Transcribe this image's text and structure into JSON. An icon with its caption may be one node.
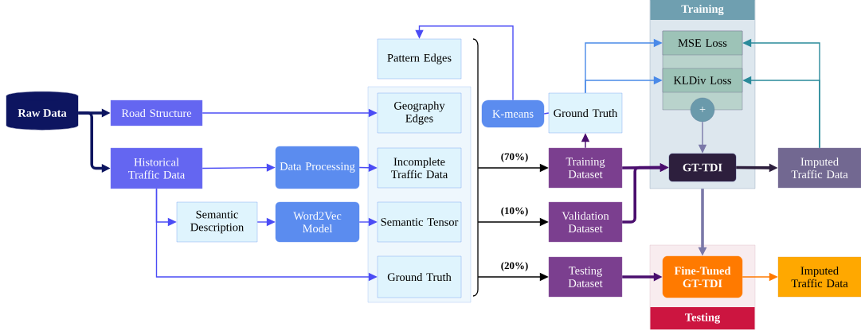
{
  "diagram": {
    "nodes": [
      {
        "text": [
          "Raw Data"
        ]
      },
      {
        "text": [
          "Road Structure"
        ]
      },
      {
        "text": [
          "Historical Traffic Data"
        ]
      },
      {
        "text": [
          "Semantic Description"
        ]
      },
      {
        "text": [
          "Data Processing"
        ]
      },
      {
        "text": [
          "Word2Vec Model"
        ]
      },
      {
        "text": [
          "Pattern Edges"
        ]
      },
      {
        "text": [],
        "shape": "box"
      },
      {
        "text": [
          "Geography Edges"
        ],
        "in": 7
      },
      {
        "text": [
          "Incomplete Traffic Data"
        ],
        "in": 7
      },
      {
        "text": [
          "Semantic Tensor"
        ],
        "in": 7
      },
      {
        "text": [
          "Ground Truth"
        ],
        "in": 7
      },
      {
        "text": [
          "K-means"
        ]
      },
      {
        "text": [
          "Ground Truth"
        ]
      },
      {
        "text": [
          "Training Dataset"
        ]
      },
      {
        "text": [
          "Validation Dataset"
        ]
      },
      {
        "text": [
          "Testing Dataset"
        ]
      },
      {
        "text": [
          "Training"
        ]
      },
      {
        "text": [],
        "shape": "box",
        "in": 17
      },
      {
        "text": [
          "MSE Loss"
        ],
        "in": 18
      },
      {
        "text": [
          "KLDiv Loss"
        ],
        "in": 18
      },
      {
        "text": [
          "+"
        ],
        "in": 17
      },
      {
        "text": [
          "GT-TDI"
        ],
        "in": 17
      },
      {
        "text": [
          "Imputed Traffic Data"
        ]
      },
      {
        "text": [
          "Testing"
        ]
      },
      {
        "text": [
          "Fine-Tuned GT-TDI"
        ],
        "in": 24
      },
      {
        "text": [
          "Imputed Traffic Data"
        ]
      }
    ],
    "edges": [
      {
        "from": 0,
        "to": 1,
        "arrow": "to",
        "style": "thick",
        "color": "#0d1560"
      },
      {
        "from": 0,
        "to": 2,
        "arrow": "to",
        "style": "thick",
        "color": "#0d1560"
      },
      {
        "from": 1,
        "to": 8,
        "arrow": "to"
      },
      {
        "from": 2,
        "to": 4,
        "arrow": "to"
      },
      {
        "from": 2,
        "to": 3,
        "arrow": "to"
      },
      {
        "from": 2,
        "to": 11,
        "arrow": "to"
      },
      {
        "from": 3,
        "to": 5,
        "arrow": "to"
      },
      {
        "from": 4,
        "to": 9,
        "arrow": "to"
      },
      {
        "from": 5,
        "to": 10,
        "arrow": "to"
      },
      {
        "from": 12,
        "to": 6,
        "arrow": "to"
      },
      {
        "from": 12,
        "to": 13,
        "arrow": "none"
      },
      {
        "from": 14,
        "to": 13,
        "arrow": "to",
        "color": "#4a0e6e"
      },
      {
        "from": 13,
        "to": 19,
        "arrow": "to",
        "color": "#4a8ae8"
      },
      {
        "from": 13,
        "to": 20,
        "arrow": "to",
        "color": "#4a8ae8"
      },
      {
        "from": 7,
        "to": 14,
        "arrow": "to",
        "label": "(70%)",
        "color": "#000000"
      },
      {
        "from": 7,
        "to": 15,
        "arrow": "to",
        "label": "(10%)",
        "color": "#000000"
      },
      {
        "from": 7,
        "to": 16,
        "arrow": "to",
        "label": "(20%)",
        "color": "#000000"
      },
      {
        "from": 14,
        "to": 22,
        "arrow": "to",
        "style": "thick",
        "color": "#4a0e6e"
      },
      {
        "from": 15,
        "to": 22,
        "arrow": "to",
        "style": "thick",
        "color": "#4a0e6e"
      },
      {
        "from": 21,
        "to": 22,
        "arrow": "to",
        "color": "#7a78a8"
      },
      {
        "from": 22,
        "to": 23,
        "arrow": "to",
        "style": "thick",
        "color": "#2d1f3d"
      },
      {
        "from": 23,
        "to": 19,
        "arrow": "to",
        "color": "#2a8a9a"
      },
      {
        "from": 23,
        "to": 20,
        "arrow": "to",
        "color": "#2a8a9a"
      },
      {
        "from": 17,
        "to": 25,
        "arrow": "to",
        "style": "thick",
        "color": "#7a78a8"
      },
      {
        "from": 16,
        "to": 25,
        "arrow": "to",
        "style": "thick",
        "color": "#4a0e6e"
      },
      {
        "from": 25,
        "to": 26,
        "arrow": "to",
        "color": "#ff7a00"
      }
    ]
  }
}
